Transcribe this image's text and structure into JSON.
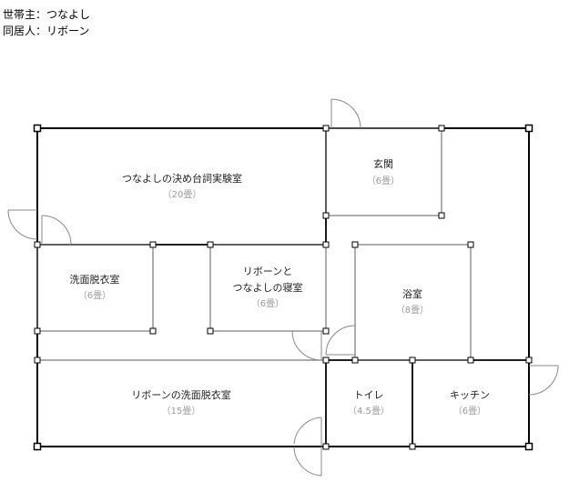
{
  "header": {
    "head_of_household": "世帯主：つなよし",
    "cohabitant": "同居人：リボーン"
  },
  "rooms": [
    {
      "id": "kimezerifu",
      "name_lines": [
        "つなよしの決め台詞実験室"
      ],
      "size": "（20畳）"
    },
    {
      "id": "genkan",
      "name_lines": [
        "玄関"
      ],
      "size": "（6畳）"
    },
    {
      "id": "senmen",
      "name_lines": [
        "洗面脱衣室"
      ],
      "size": "（6畳）"
    },
    {
      "id": "shinshitsu",
      "name_lines": [
        "リボーンと",
        "つなよしの寝室"
      ],
      "size": "（6畳）"
    },
    {
      "id": "yokushitsu",
      "name_lines": [
        "浴室"
      ],
      "size": "（8畳）"
    },
    {
      "id": "reborn-senmen",
      "name_lines": [
        "リボーンの洗面脱衣室"
      ],
      "size": "（15畳）"
    },
    {
      "id": "toilet",
      "name_lines": [
        "トイレ"
      ],
      "size": "（4.5畳）"
    },
    {
      "id": "kitchen",
      "name_lines": [
        "キッチン"
      ],
      "size": "（6畳）"
    }
  ]
}
